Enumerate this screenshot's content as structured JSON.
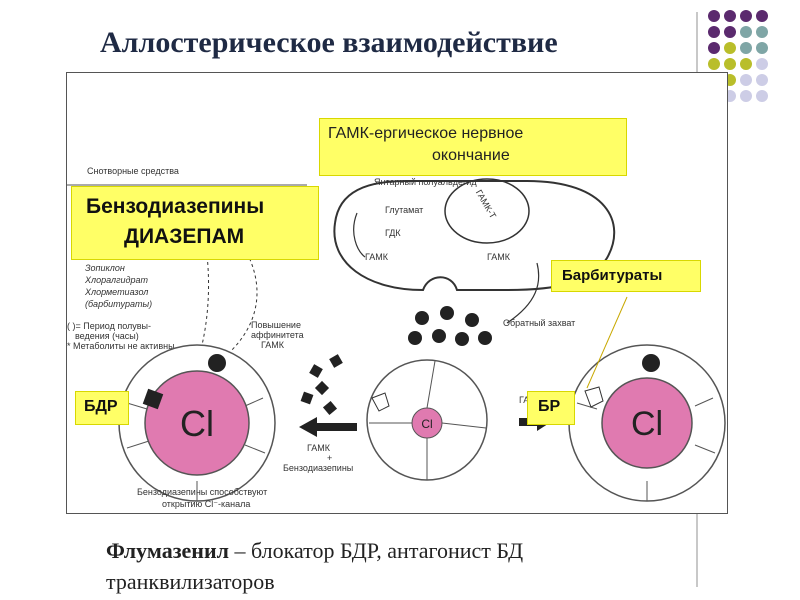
{
  "title": "Аллостерическое взаимодействие",
  "colors": {
    "purple": "#5b2a6e",
    "teal": "#7fa6a6",
    "olive": "#b9be2a",
    "lavender": "#cdcde6",
    "highlight": "#ffff66",
    "cl_fill": "#e07ab0"
  },
  "diagram": {
    "box_gaba": {
      "line1": "ГАМК-ергическое нервное",
      "line2": "окончание"
    },
    "box_benzo": {
      "line1": "Бензодиазепины",
      "line2": "ДИАЗЕПАМ"
    },
    "box_barb": "Барбитураты",
    "label_bdr": "БДР",
    "label_br": "БР",
    "cl_left": "Cl",
    "cl_center": "Cl",
    "cl_right": "Cl",
    "small": {
      "sleep": "Снотворные средства",
      "succinic": "Янтарный полуальдегид",
      "glutamate": "Глутамат",
      "gdk": "ГДК",
      "gaba1": "ГАМК",
      "gaba2": "ГАМК",
      "gabat": "ГАМК-Т",
      "zopiclone": "Зопиклон",
      "chloral": "Хлоралгидрат",
      "chlormethiazole": "Хлорметиазол",
      "barb_paren": "(барбитураты)",
      "halflife": "( )= Период полувы-",
      "halflife2": "ведения (часы)",
      "metabolites": "* Метаболиты не активны",
      "affinity1": "Повышение",
      "affinity2": "аффинитета",
      "affinity3": "ГАМК",
      "reuptake": "Обратный захват",
      "gaba_plus": "ГАМК",
      "plus": "+",
      "benzos": "Бензодиазепины",
      "bottom1": "Бензодиазепины способствуют",
      "bottom2": "открытию Cl⁻-канала",
      "ga": "ГА"
    }
  },
  "caption": {
    "bold": "Флумазенил",
    "line1": " – блокатор БДР,  антагонист БД",
    "line2": "транквилизаторов"
  }
}
